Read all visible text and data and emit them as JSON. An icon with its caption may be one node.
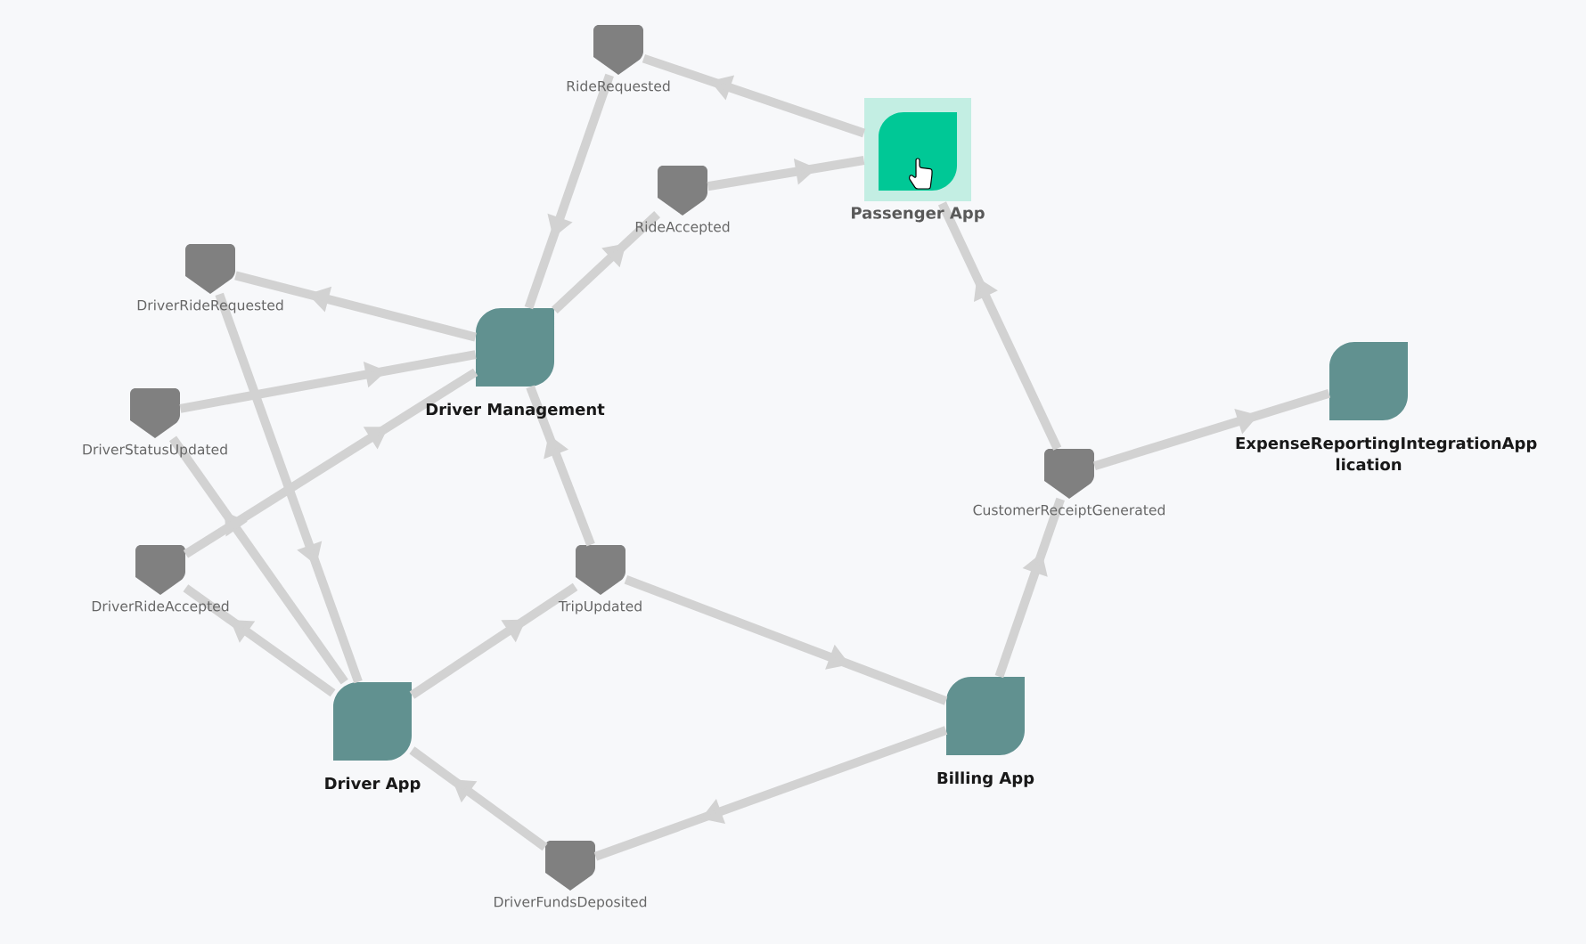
{
  "diagram": {
    "nodes": [
      {
        "text": [
          "Passenger App"
        ]
      },
      {
        "text": [
          "RideRequested"
        ]
      },
      {
        "text": [
          "RideAccepted"
        ]
      },
      {
        "text": [
          "DriverRideRequested"
        ]
      },
      {
        "text": [
          "Driver Management"
        ]
      },
      {
        "text": [
          "DriverStatusUpdated"
        ]
      },
      {
        "text": [
          "DriverRideAccepted"
        ]
      },
      {
        "text": [
          "TripUpdated"
        ]
      },
      {
        "text": [
          "CustomerReceiptGenerated"
        ]
      },
      {
        "text": [
          "ExpenseReportingIntegrationApp lication"
        ]
      },
      {
        "text": [
          "Driver App"
        ]
      },
      {
        "text": [
          "Billing App"
        ]
      },
      {
        "text": [
          "DriverFundsDeposited"
        ]
      }
    ],
    "edges": [
      {
        "from": 0,
        "to": 1,
        "arrow": "to"
      },
      {
        "from": 1,
        "to": 4,
        "arrow": "to"
      },
      {
        "from": 4,
        "to": 2,
        "arrow": "to"
      },
      {
        "from": 2,
        "to": 0,
        "arrow": "to"
      },
      {
        "from": 4,
        "to": 3,
        "arrow": "to"
      },
      {
        "from": 3,
        "to": 10,
        "arrow": "to"
      },
      {
        "from": 5,
        "to": 4,
        "arrow": "to"
      },
      {
        "from": 10,
        "to": 5,
        "arrow": "to"
      },
      {
        "from": 6,
        "to": 4,
        "arrow": "to"
      },
      {
        "from": 10,
        "to": 6,
        "arrow": "to"
      },
      {
        "from": 10,
        "to": 7,
        "arrow": "to"
      },
      {
        "from": 7,
        "to": 4,
        "arrow": "to"
      },
      {
        "from": 7,
        "to": 11,
        "arrow": "to"
      },
      {
        "from": 11,
        "to": 8,
        "arrow": "to"
      },
      {
        "from": 8,
        "to": 0,
        "arrow": "to"
      },
      {
        "from": 8,
        "to": 9,
        "arrow": "to"
      },
      {
        "from": 11,
        "to": 12,
        "arrow": "to"
      },
      {
        "from": 12,
        "to": 10,
        "arrow": "to"
      }
    ]
  }
}
